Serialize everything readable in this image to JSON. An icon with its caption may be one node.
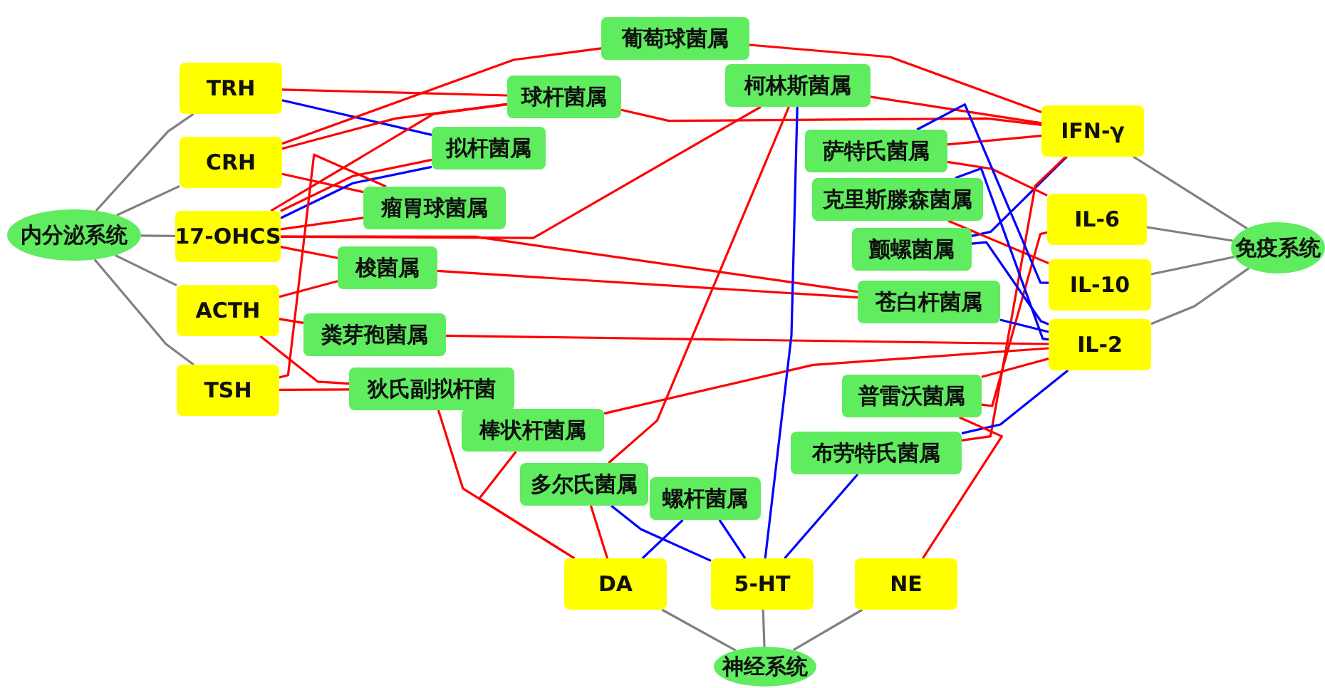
{
  "diagram": {
    "nodes": [
      {
        "text": [
          "内分泌系统"
        ]
      },
      {
        "text": [
          "TRH"
        ]
      },
      {
        "text": [
          "CRH"
        ]
      },
      {
        "text": [
          "17-OHCS"
        ]
      },
      {
        "text": [
          "ACTH"
        ]
      },
      {
        "text": [
          "TSH"
        ]
      },
      {
        "text": [
          "免疫系统"
        ]
      },
      {
        "text": [
          "IFN-γ"
        ]
      },
      {
        "text": [
          "IL-6"
        ]
      },
      {
        "text": [
          "IL-10"
        ]
      },
      {
        "text": [
          "IL-2"
        ]
      },
      {
        "text": [
          "神经系统"
        ]
      },
      {
        "text": [
          "DA"
        ]
      },
      {
        "text": [
          "5-HT"
        ]
      },
      {
        "text": [
          "NE"
        ]
      },
      {
        "text": [
          "葡萄球菌属"
        ]
      },
      {
        "text": [
          "球杆菌属"
        ]
      },
      {
        "text": [
          "柯林斯菌属"
        ]
      },
      {
        "text": [
          "拟杆菌属"
        ]
      },
      {
        "text": [
          "萨特氏菌属"
        ]
      },
      {
        "text": [
          "瘤胃球菌属"
        ]
      },
      {
        "text": [
          "克里斯滕森菌属"
        ]
      },
      {
        "text": [
          "梭菌属"
        ]
      },
      {
        "text": [
          "颤螺菌属"
        ]
      },
      {
        "text": [
          "粪芽孢菌属"
        ]
      },
      {
        "text": [
          "苍白杆菌属"
        ]
      },
      {
        "text": [
          "狄氏副拟杆菌"
        ]
      },
      {
        "text": [
          "普雷沃菌属"
        ]
      },
      {
        "text": [
          "棒状杆菌属"
        ]
      },
      {
        "text": [
          "布劳特氏菌属"
        ]
      },
      {
        "text": [
          "多尔氏菌属"
        ]
      },
      {
        "text": [
          "螺杆菌属"
        ]
      }
    ],
    "edges": [
      {
        "from": 0,
        "to": 1,
        "arrow": "none",
        "color": "#808080"
      },
      {
        "from": 0,
        "to": 2,
        "arrow": "none",
        "color": "#808080"
      },
      {
        "from": 0,
        "to": 3,
        "arrow": "none",
        "color": "#808080"
      },
      {
        "from": 0,
        "to": 4,
        "arrow": "none",
        "color": "#808080"
      },
      {
        "from": 0,
        "to": 5,
        "arrow": "none",
        "color": "#808080"
      },
      {
        "from": 6,
        "to": 7,
        "arrow": "none",
        "color": "#808080"
      },
      {
        "from": 6,
        "to": 8,
        "arrow": "none",
        "color": "#808080"
      },
      {
        "from": 6,
        "to": 9,
        "arrow": "none",
        "color": "#808080"
      },
      {
        "from": 6,
        "to": 10,
        "arrow": "none",
        "color": "#808080"
      },
      {
        "from": 11,
        "to": 12,
        "arrow": "none",
        "color": "#808080"
      },
      {
        "from": 11,
        "to": 13,
        "arrow": "none",
        "color": "#808080"
      },
      {
        "from": 11,
        "to": 14,
        "arrow": "none",
        "color": "#808080"
      },
      {
        "from": 1,
        "to": 16,
        "arrow": "none"
      },
      {
        "from": 1,
        "to": 18,
        "arrow": "none",
        "color": "#0000ff"
      },
      {
        "from": 2,
        "to": 15,
        "arrow": "none"
      },
      {
        "from": 2,
        "to": 16,
        "arrow": "none"
      },
      {
        "from": 2,
        "to": 20,
        "arrow": "none"
      },
      {
        "from": 3,
        "to": 16,
        "arrow": "none"
      },
      {
        "from": 3,
        "to": 18,
        "arrow": "none"
      },
      {
        "from": 3,
        "to": 18,
        "arrow": "none",
        "color": "#0000ff"
      },
      {
        "from": 3,
        "to": 17,
        "arrow": "none"
      },
      {
        "from": 3,
        "to": 20,
        "arrow": "none"
      },
      {
        "from": 3,
        "to": 22,
        "arrow": "none"
      },
      {
        "from": 3,
        "to": 25,
        "arrow": "none"
      },
      {
        "from": 4,
        "to": 22,
        "arrow": "none"
      },
      {
        "from": 4,
        "to": 26,
        "arrow": "none"
      },
      {
        "from": 4,
        "to": 24,
        "arrow": "none"
      },
      {
        "from": 5,
        "to": 26,
        "arrow": "none"
      },
      {
        "from": 5,
        "to": 20,
        "arrow": "none"
      },
      {
        "from": 7,
        "to": 15,
        "arrow": "none"
      },
      {
        "from": 7,
        "to": 16,
        "arrow": "none"
      },
      {
        "from": 7,
        "to": 17,
        "arrow": "none"
      },
      {
        "from": 7,
        "to": 19,
        "arrow": "none"
      },
      {
        "from": 7,
        "to": 23,
        "arrow": "none",
        "color": "#0000ff"
      },
      {
        "from": 7,
        "to": 29,
        "arrow": "none"
      },
      {
        "from": 8,
        "to": 19,
        "arrow": "none"
      },
      {
        "from": 8,
        "to": 27,
        "arrow": "none"
      },
      {
        "from": 9,
        "to": 21,
        "arrow": "none"
      },
      {
        "from": 9,
        "to": 19,
        "arrow": "none",
        "color": "#0000ff"
      },
      {
        "from": 10,
        "to": 21,
        "arrow": "none",
        "color": "#0000ff"
      },
      {
        "from": 10,
        "to": 23,
        "arrow": "none",
        "color": "#0000ff"
      },
      {
        "from": 10,
        "to": 25,
        "arrow": "none",
        "color": "#0000ff"
      },
      {
        "from": 10,
        "to": 27,
        "arrow": "none"
      },
      {
        "from": 10,
        "to": 29,
        "arrow": "none",
        "color": "#0000ff"
      },
      {
        "from": 10,
        "to": 24,
        "arrow": "none"
      },
      {
        "from": 22,
        "to": 25,
        "arrow": "none"
      },
      {
        "from": 10,
        "to": 28,
        "arrow": "none"
      },
      {
        "from": 12,
        "to": 26,
        "arrow": "none"
      },
      {
        "from": 12,
        "to": 28,
        "arrow": "none"
      },
      {
        "from": 12,
        "to": 30,
        "arrow": "none"
      },
      {
        "from": 30,
        "to": 17,
        "arrow": "none"
      },
      {
        "from": 12,
        "to": 31,
        "arrow": "none",
        "color": "#0000ff"
      },
      {
        "from": 13,
        "to": 17,
        "arrow": "none",
        "color": "#0000ff"
      },
      {
        "from": 13,
        "to": 30,
        "arrow": "none",
        "color": "#0000ff"
      },
      {
        "from": 13,
        "to": 31,
        "arrow": "none",
        "color": "#0000ff"
      },
      {
        "from": 13,
        "to": 29,
        "arrow": "none",
        "color": "#0000ff"
      },
      {
        "from": 14,
        "to": 27,
        "arrow": "none"
      }
    ]
  }
}
